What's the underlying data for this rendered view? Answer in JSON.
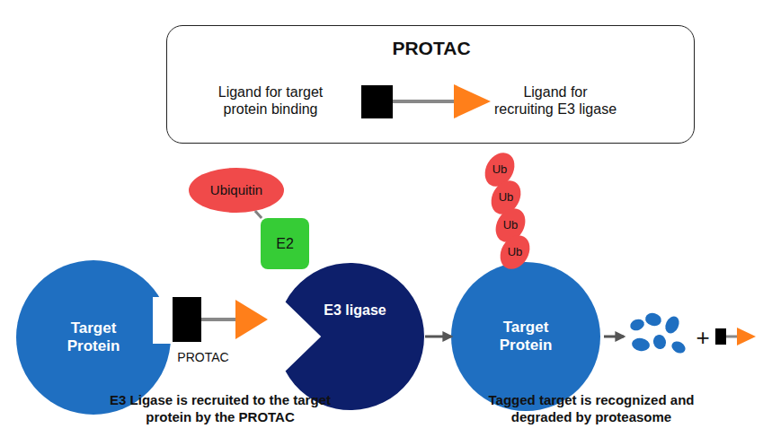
{
  "diagram": {
    "nodes": [
      {
        "text": [
          "PROTAC",
          "Ligand for target protein binding",
          "Ligand for recruiting E3 ligase"
        ]
      },
      {
        "text": [
          "Ubiquitin"
        ]
      },
      {
        "text": [
          "E2"
        ]
      },
      {
        "text": [
          "Target Protein"
        ]
      },
      {
        "text": [
          "E3 ligase"
        ]
      },
      {
        "text": [
          "Ub"
        ]
      },
      {
        "text": [
          "Ub"
        ]
      },
      {
        "text": [
          "Ub"
        ]
      },
      {
        "text": [
          "Ub"
        ]
      },
      {
        "text": [
          "Target Protein"
        ]
      }
    ],
    "edges": [
      {
        "from": 1,
        "to": 2,
        "arrow": "none"
      },
      {
        "from": 4,
        "to": 9,
        "arrow": "to"
      }
    ],
    "labels": [
      "PROTAC",
      "E3 Ligase is recruited to the target protein by the PROTAC",
      "Tagged target is recognized and degraded by proteasome",
      "+"
    ]
  }
}
